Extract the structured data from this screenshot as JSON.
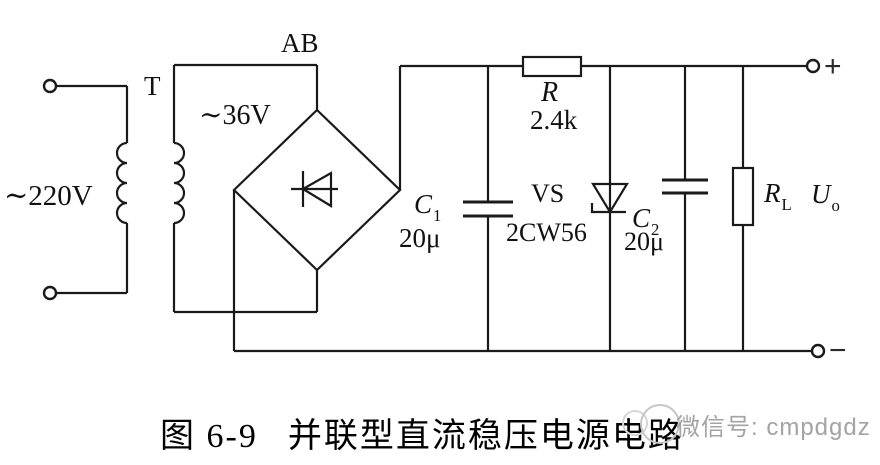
{
  "figure": {
    "caption_prefix": "图 6-9",
    "caption_title": "并联型直流稳压电源电路"
  },
  "labels": {
    "node_ab": "AB",
    "transformer": "T",
    "primary_voltage": "∼220V",
    "secondary_voltage": "∼36V",
    "c1": {
      "base": "C",
      "sub": "1",
      "value": "20μ"
    },
    "r": {
      "base": "R",
      "value": "2.4k"
    },
    "vs": {
      "name": "VS",
      "model": "2CW56"
    },
    "c2": {
      "base": "C",
      "sub": "2",
      "value": "20μ"
    },
    "rl": {
      "base": "R",
      "sub": "L"
    },
    "uo": {
      "base": "U",
      "sub": "o"
    },
    "plus_terminal": "+",
    "minus_terminal": "−"
  },
  "watermark": {
    "text": "微信号: cmpdgdz"
  },
  "colors": {
    "line": "#1a1a1a",
    "text": "#111111",
    "watermark": "#a3a3a3",
    "background": "#ffffff"
  }
}
